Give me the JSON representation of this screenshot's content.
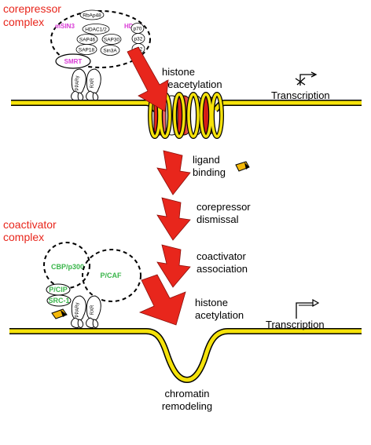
{
  "corepressor": {
    "title_line1": "corepressor",
    "title_line2": "complex",
    "mSIN3": "mSIN3",
    "HDAC": "HDAC",
    "RbAp48": "RbAp48",
    "HDAC12": "HDAC1/2",
    "p70": "p70",
    "SAP46": "SAP46",
    "SAP30": "SAP30",
    "p32": "p32",
    "mi2": "mi2",
    "SAP18": "SAP18",
    "Sin3A": "Sin3A",
    "SMRT": "SMRT",
    "PPARg": "PPARγ",
    "RXR": "RXR"
  },
  "coactivator": {
    "title_line1": "coactivator",
    "title_line2": "complex",
    "CBP": "CBP/p300",
    "PCAF": "P/CAF",
    "PCIP": "P/CIP",
    "SRC1": "SRC-1",
    "PPARg": "PPARγ",
    "RXR": "RXR"
  },
  "steps": {
    "s1_line1": "histone",
    "s1_line2": "deacetylation",
    "s2_line1": "ligand",
    "s2_line2": "binding",
    "s3_line1": "corepressor",
    "s3_line2": "dismissal",
    "s4_line1": "coactivator",
    "s4_line2": "association",
    "s5_line1": "histone",
    "s5_line2": "acetylation"
  },
  "transcription_top": "Transcription",
  "transcription_bottom": "Transcription",
  "remodeling_line1": "chromatin",
  "remodeling_line2": "remodeling",
  "colors": {
    "dna_yellow": "#f5e20a",
    "arrow_red": "#e8261c",
    "label_red": "#e8261c",
    "magenta": "#d93ad6",
    "green": "#39b54a"
  }
}
